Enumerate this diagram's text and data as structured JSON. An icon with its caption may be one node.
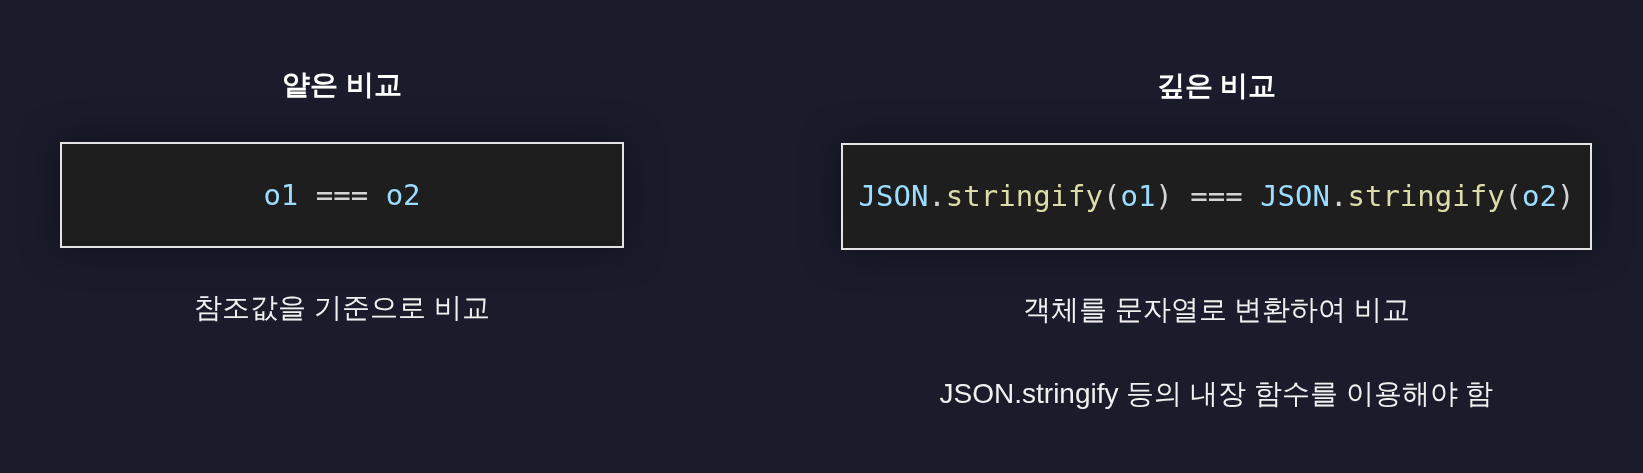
{
  "diagram": {
    "nodes": [
      {
        "text": [
          "얕은 비교",
          "o1 === o2"
        ],
        "beside": [
          "참조값을 기준으로 비교"
        ]
      },
      {
        "text": [
          "깊은 비교",
          "JSON.stringify(o1) === JSON.stringify(o2)"
        ],
        "beside": [
          "객체를 문자열로 변환하여 비교",
          "JSON.stringify 등의 내장 함수를 이용해야 함"
        ]
      }
    ]
  }
}
